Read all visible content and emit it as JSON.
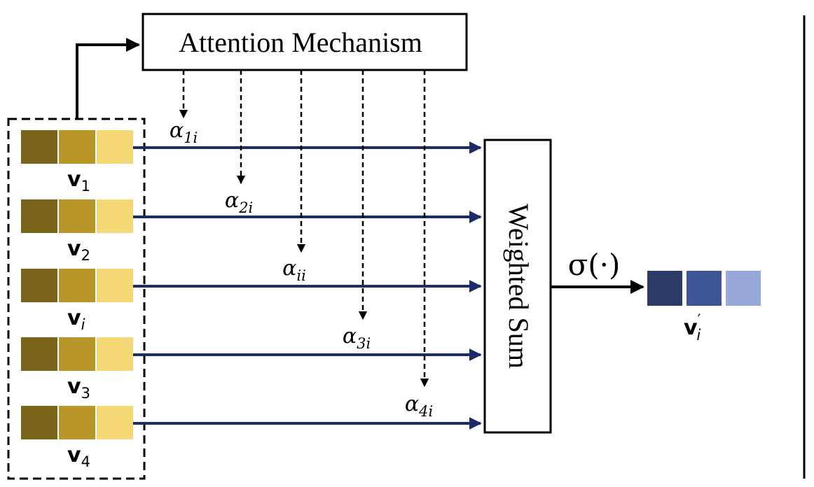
{
  "title_box": {
    "label": "Attention Mechanism"
  },
  "sum_box": {
    "label": "Weighted Sum"
  },
  "activation": {
    "label": "σ(·)"
  },
  "inputs": [
    {
      "base": "v",
      "sub": "1"
    },
    {
      "base": "v",
      "sub": "2"
    },
    {
      "base": "v",
      "sub": "i"
    },
    {
      "base": "v",
      "sub": "3"
    },
    {
      "base": "v",
      "sub": "4"
    }
  ],
  "weights": [
    {
      "base": "α",
      "sub": "1i"
    },
    {
      "base": "α",
      "sub": "2i"
    },
    {
      "base": "α",
      "sub": "ii"
    },
    {
      "base": "α",
      "sub": "3i"
    },
    {
      "base": "α",
      "sub": "4i"
    }
  ],
  "output": {
    "base": "v",
    "sub": "i",
    "sup": "′"
  },
  "colors": {
    "input_cells": [
      "#7a6419",
      "#b8962a",
      "#f5d977"
    ],
    "output_cells": [
      "#2c3a66",
      "#3d5597",
      "#97a8d9"
    ],
    "arrow": "#1b2c68"
  }
}
